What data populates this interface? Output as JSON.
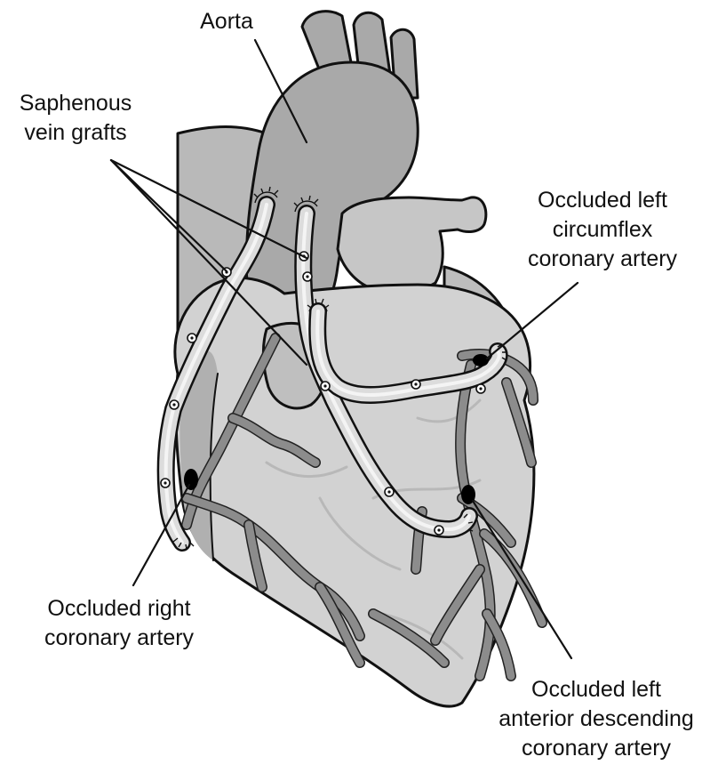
{
  "labels": {
    "aorta": "Aorta",
    "saphenous_line1": "Saphenous",
    "saphenous_line2": "vein grafts",
    "circumflex_line1": "Occluded left",
    "circumflex_line2": "circumflex",
    "circumflex_line3": "coronary artery",
    "right_line1": "Occluded right",
    "right_line2": "coronary artery",
    "lad_line1": "Occluded left",
    "lad_line2": "anterior descending",
    "lad_line3": "coronary artery"
  },
  "colors": {
    "heart_fill": "#d2d2d2",
    "heart_shadow": "#a9a9a9",
    "vessel": "#8c8c8c",
    "graft": "#dcdcdc",
    "ink": "#111111",
    "occlusion": "#000000"
  }
}
